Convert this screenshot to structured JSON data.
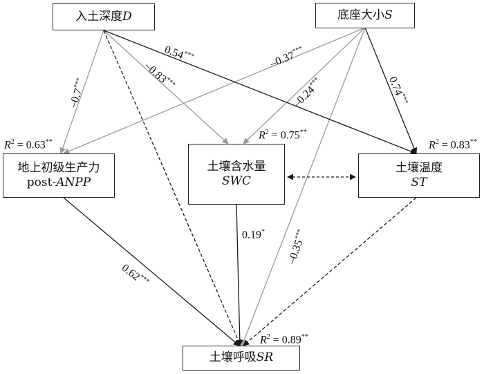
{
  "nodes": {
    "D": {
      "text": "入土深度",
      "var": "D"
    },
    "S": {
      "text": "底座大小",
      "var": "S"
    },
    "ANPP": {
      "line1": "地上初级生产力",
      "line2_prefix": "post-",
      "line2_var": "ANPP"
    },
    "SWC": {
      "line1": "土壤含水量",
      "line2_var": "SWC"
    },
    "ST": {
      "line1": "土壤温度",
      "line2_var": "ST"
    },
    "SR": {
      "text": "土壤呼吸",
      "var": "SR"
    }
  },
  "r2": {
    "prefix": "R",
    "sup2": "2",
    "ANPP": {
      "value": " = 0.63",
      "sig": "**"
    },
    "SWC": {
      "value": " = 0.75",
      "sig": "**"
    },
    "ST": {
      "value": " = 0.83",
      "sig": "**"
    },
    "SR": {
      "value": " = 0.89",
      "sig": "**"
    }
  },
  "paths": {
    "D_ST": {
      "value": "0.54",
      "sig": "***"
    },
    "S_ANPP": {
      "value": "–0.37",
      "sig": "***"
    },
    "D_ANPP": {
      "value": "–0.7",
      "sig": "***"
    },
    "D_SWC": {
      "value": "–0.83",
      "sig": "***"
    },
    "S_SWC": {
      "value": "–0.24",
      "sig": "***"
    },
    "S_ST": {
      "value": "0.74",
      "sig": "***"
    },
    "SWC_SR": {
      "value": "0.19",
      "sig": "*"
    },
    "ANPP_SR": {
      "value": "0.62",
      "sig": "***"
    },
    "S_SR": {
      "value": "–0.35",
      "sig": "***"
    }
  },
  "colors": {
    "black": "#1a1a1a",
    "gray": "#9a9a9a"
  }
}
